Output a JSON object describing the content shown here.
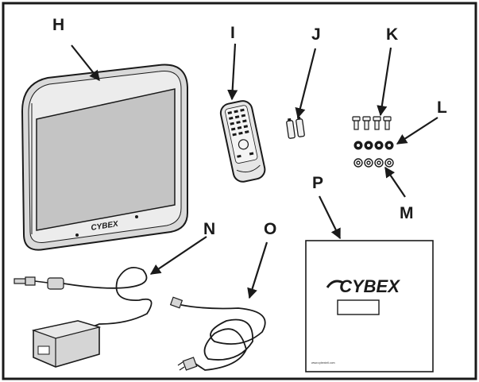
{
  "labels": {
    "h": "H",
    "i": "I",
    "j": "J",
    "k": "K",
    "l": "L",
    "m": "M",
    "n": "N",
    "o": "O",
    "p": "P"
  },
  "brand": {
    "monitor": "CYBEX",
    "manual": "CYBEX",
    "manual_url": "www.cybexintl.com"
  },
  "colors": {
    "ink": "#1a1a1a",
    "monitor_frame": "#d9d9d9",
    "screen": "#c4c4c4",
    "remote": "#e6e6e6",
    "adapter": "#d5d5d5"
  }
}
